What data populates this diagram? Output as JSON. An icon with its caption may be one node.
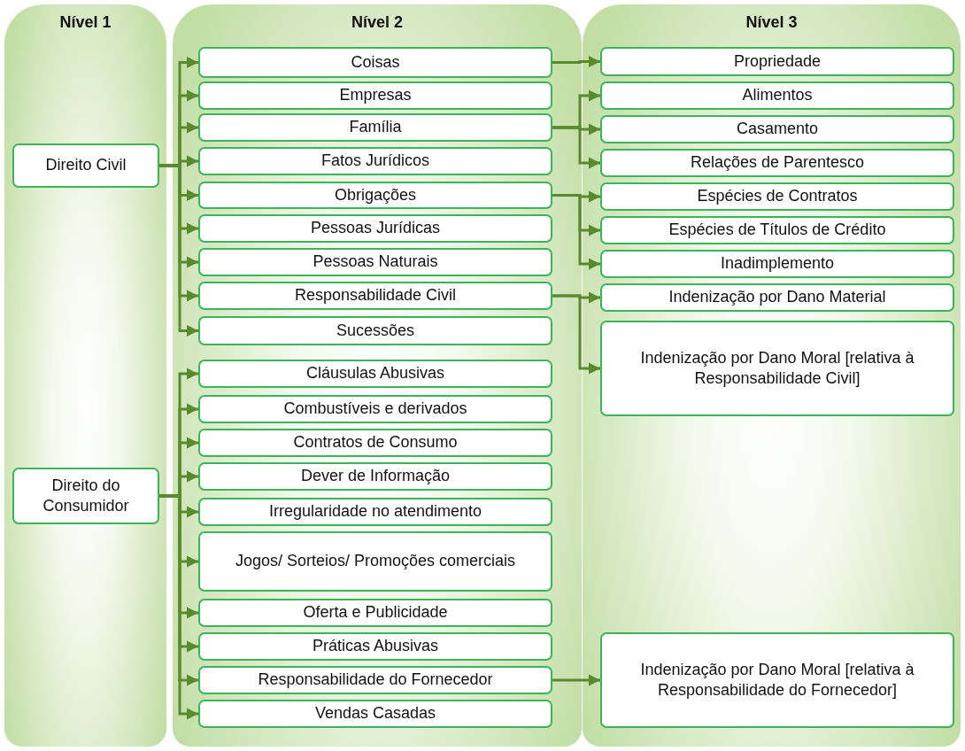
{
  "diagram": {
    "nodes": [
      {
        "text": [
          "Nível 1"
        ]
      },
      {
        "text": [
          "Nível 2"
        ]
      },
      {
        "text": [
          "Nível 3"
        ]
      },
      {
        "text": [
          "Direito Civil"
        ],
        "in": 0
      },
      {
        "text": [
          "Direito do Consumidor"
        ],
        "in": 0
      },
      {
        "text": [
          "Coisas"
        ],
        "in": 1
      },
      {
        "text": [
          "Empresas"
        ],
        "in": 1
      },
      {
        "text": [
          "Família"
        ],
        "in": 1
      },
      {
        "text": [
          "Fatos Jurídicos"
        ],
        "in": 1
      },
      {
        "text": [
          "Obrigações"
        ],
        "in": 1
      },
      {
        "text": [
          "Pessoas Jurídicas"
        ],
        "in": 1
      },
      {
        "text": [
          "Pessoas Naturais"
        ],
        "in": 1
      },
      {
        "text": [
          "Responsabilidade Civil"
        ],
        "in": 1
      },
      {
        "text": [
          "Sucessões"
        ],
        "in": 1
      },
      {
        "text": [
          "Cláusulas Abusivas"
        ],
        "in": 1
      },
      {
        "text": [
          "Combustíveis e derivados"
        ],
        "in": 1
      },
      {
        "text": [
          "Contratos de Consumo"
        ],
        "in": 1
      },
      {
        "text": [
          "Dever de Informação"
        ],
        "in": 1
      },
      {
        "text": [
          "Irregularidade no atendimento"
        ],
        "in": 1
      },
      {
        "text": [
          "Jogos/ Sorteios/ Promoções comerciais"
        ],
        "in": 1
      },
      {
        "text": [
          "Oferta e Publicidade"
        ],
        "in": 1
      },
      {
        "text": [
          "Práticas Abusivas"
        ],
        "in": 1
      },
      {
        "text": [
          "Responsabilidade do Fornecedor"
        ],
        "in": 1
      },
      {
        "text": [
          "Vendas Casadas"
        ],
        "in": 1
      },
      {
        "text": [
          "Propriedade"
        ],
        "in": 2
      },
      {
        "text": [
          "Alimentos"
        ],
        "in": 2
      },
      {
        "text": [
          "Casamento"
        ],
        "in": 2
      },
      {
        "text": [
          "Relações de Parentesco"
        ],
        "in": 2
      },
      {
        "text": [
          "Espécies de Contratos"
        ],
        "in": 2
      },
      {
        "text": [
          "Espécies de Títulos de Crédito"
        ],
        "in": 2
      },
      {
        "text": [
          "Inadimplemento"
        ],
        "in": 2
      },
      {
        "text": [
          "Indenização por Dano Material"
        ],
        "in": 2
      },
      {
        "text": [
          "Indenização por Dano Moral [relativa à Responsabilidade Civil]"
        ],
        "in": 2
      },
      {
        "text": [
          "Indenização por Dano Moral [relativa à Responsabilidade do Fornecedor]"
        ],
        "in": 2
      }
    ],
    "edges": [
      {
        "from": 3,
        "to": 5,
        "arrow": "to"
      },
      {
        "from": 3,
        "to": 6,
        "arrow": "to"
      },
      {
        "from": 3,
        "to": 7,
        "arrow": "to"
      },
      {
        "from": 3,
        "to": 8,
        "arrow": "to"
      },
      {
        "from": 3,
        "to": 9,
        "arrow": "to"
      },
      {
        "from": 3,
        "to": 10,
        "arrow": "to"
      },
      {
        "from": 3,
        "to": 11,
        "arrow": "to"
      },
      {
        "from": 3,
        "to": 12,
        "arrow": "to"
      },
      {
        "from": 3,
        "to": 13,
        "arrow": "to"
      },
      {
        "from": 4,
        "to": 14,
        "arrow": "to"
      },
      {
        "from": 4,
        "to": 15,
        "arrow": "to"
      },
      {
        "from": 4,
        "to": 16,
        "arrow": "to"
      },
      {
        "from": 4,
        "to": 17,
        "arrow": "to"
      },
      {
        "from": 4,
        "to": 18,
        "arrow": "to"
      },
      {
        "from": 4,
        "to": 19,
        "arrow": "to"
      },
      {
        "from": 4,
        "to": 20,
        "arrow": "to"
      },
      {
        "from": 4,
        "to": 21,
        "arrow": "to"
      },
      {
        "from": 4,
        "to": 22,
        "arrow": "to"
      },
      {
        "from": 4,
        "to": 23,
        "arrow": "to"
      },
      {
        "from": 5,
        "to": 24,
        "arrow": "to"
      },
      {
        "from": 7,
        "to": 25,
        "arrow": "to"
      },
      {
        "from": 7,
        "to": 26,
        "arrow": "to"
      },
      {
        "from": 7,
        "to": 27,
        "arrow": "to"
      },
      {
        "from": 9,
        "to": 28,
        "arrow": "to"
      },
      {
        "from": 9,
        "to": 29,
        "arrow": "to"
      },
      {
        "from": 9,
        "to": 30,
        "arrow": "to"
      },
      {
        "from": 12,
        "to": 31,
        "arrow": "to"
      },
      {
        "from": 12,
        "to": 32,
        "arrow": "to"
      },
      {
        "from": 22,
        "to": 33,
        "arrow": "to"
      }
    ]
  }
}
